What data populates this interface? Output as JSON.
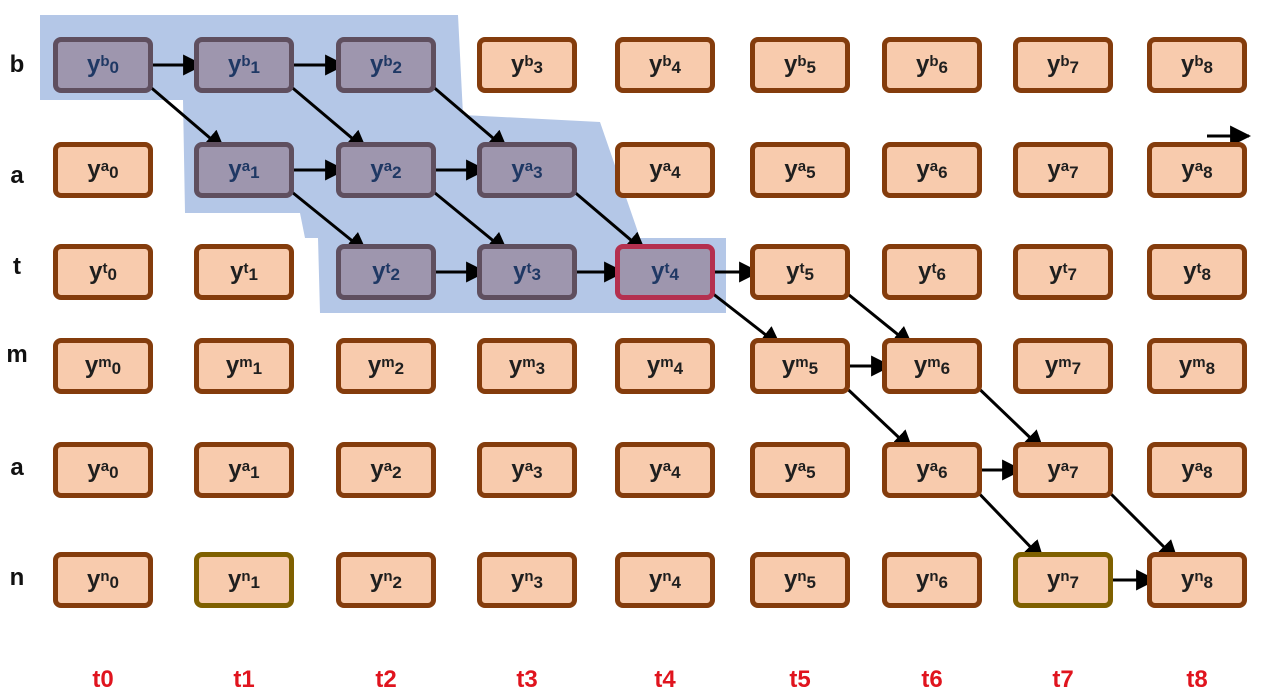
{
  "rows": [
    {
      "label": "b",
      "sup": "b"
    },
    {
      "label": "a",
      "sup": "a"
    },
    {
      "label": "t",
      "sup": "t"
    },
    {
      "label": "m",
      "sup": "m"
    },
    {
      "label": "a",
      "sup": "a"
    },
    {
      "label": "n",
      "sup": "n"
    }
  ],
  "time_steps": [
    "t0",
    "t1",
    "t2",
    "t3",
    "t4",
    "t5",
    "t6",
    "t7",
    "t8"
  ],
  "node_base": "y",
  "node_index_labels": [
    "0",
    "1",
    "2",
    "3",
    "4",
    "5",
    "6",
    "7",
    "8"
  ],
  "highlighted_region_nodes": [
    [
      0,
      0
    ],
    [
      0,
      1
    ],
    [
      0,
      2
    ],
    [
      1,
      1
    ],
    [
      1,
      2
    ],
    [
      1,
      3
    ],
    [
      2,
      2
    ],
    [
      2,
      3
    ],
    [
      2,
      4
    ]
  ],
  "current_node": [
    2,
    4
  ],
  "endpoint_nodes": [
    [
      5,
      1
    ],
    [
      5,
      7
    ]
  ],
  "edges": [
    [
      [
        0,
        0
      ],
      [
        0,
        1
      ]
    ],
    [
      [
        0,
        0
      ],
      [
        1,
        1
      ]
    ],
    [
      [
        0,
        1
      ],
      [
        0,
        2
      ]
    ],
    [
      [
        0,
        1
      ],
      [
        1,
        2
      ]
    ],
    [
      [
        0,
        2
      ],
      [
        1,
        3
      ]
    ],
    [
      [
        1,
        1
      ],
      [
        1,
        2
      ]
    ],
    [
      [
        1,
        1
      ],
      [
        2,
        2
      ]
    ],
    [
      [
        1,
        2
      ],
      [
        1,
        3
      ]
    ],
    [
      [
        1,
        2
      ],
      [
        2,
        3
      ]
    ],
    [
      [
        1,
        3
      ],
      [
        2,
        4
      ]
    ],
    [
      [
        2,
        2
      ],
      [
        2,
        3
      ]
    ],
    [
      [
        2,
        3
      ],
      [
        2,
        4
      ]
    ],
    [
      [
        2,
        4
      ],
      [
        2,
        5
      ]
    ],
    [
      [
        2,
        4
      ],
      [
        3,
        5
      ]
    ],
    [
      [
        2,
        5
      ],
      [
        3,
        6
      ]
    ],
    [
      [
        3,
        5
      ],
      [
        3,
        6
      ]
    ],
    [
      [
        3,
        5
      ],
      [
        4,
        6
      ]
    ],
    [
      [
        3,
        6
      ],
      [
        4,
        7
      ]
    ],
    [
      [
        4,
        6
      ],
      [
        4,
        7
      ]
    ],
    [
      [
        4,
        6
      ],
      [
        5,
        7
      ]
    ],
    [
      [
        4,
        7
      ],
      [
        5,
        8
      ]
    ],
    [
      [
        5,
        7
      ],
      [
        5,
        8
      ]
    ]
  ],
  "stub_arrow_node": [
    1,
    8
  ],
  "colors": {
    "node_fill": "#f8cbad",
    "node_border": "#843c0c",
    "highlight_region": "#b4c7e7",
    "selected_node_fill": "#9e96ae",
    "current_node_border": "#b4304f",
    "endpoint_border": "#7f6000",
    "time_label": "#e0141e",
    "arrow": "#000000"
  }
}
